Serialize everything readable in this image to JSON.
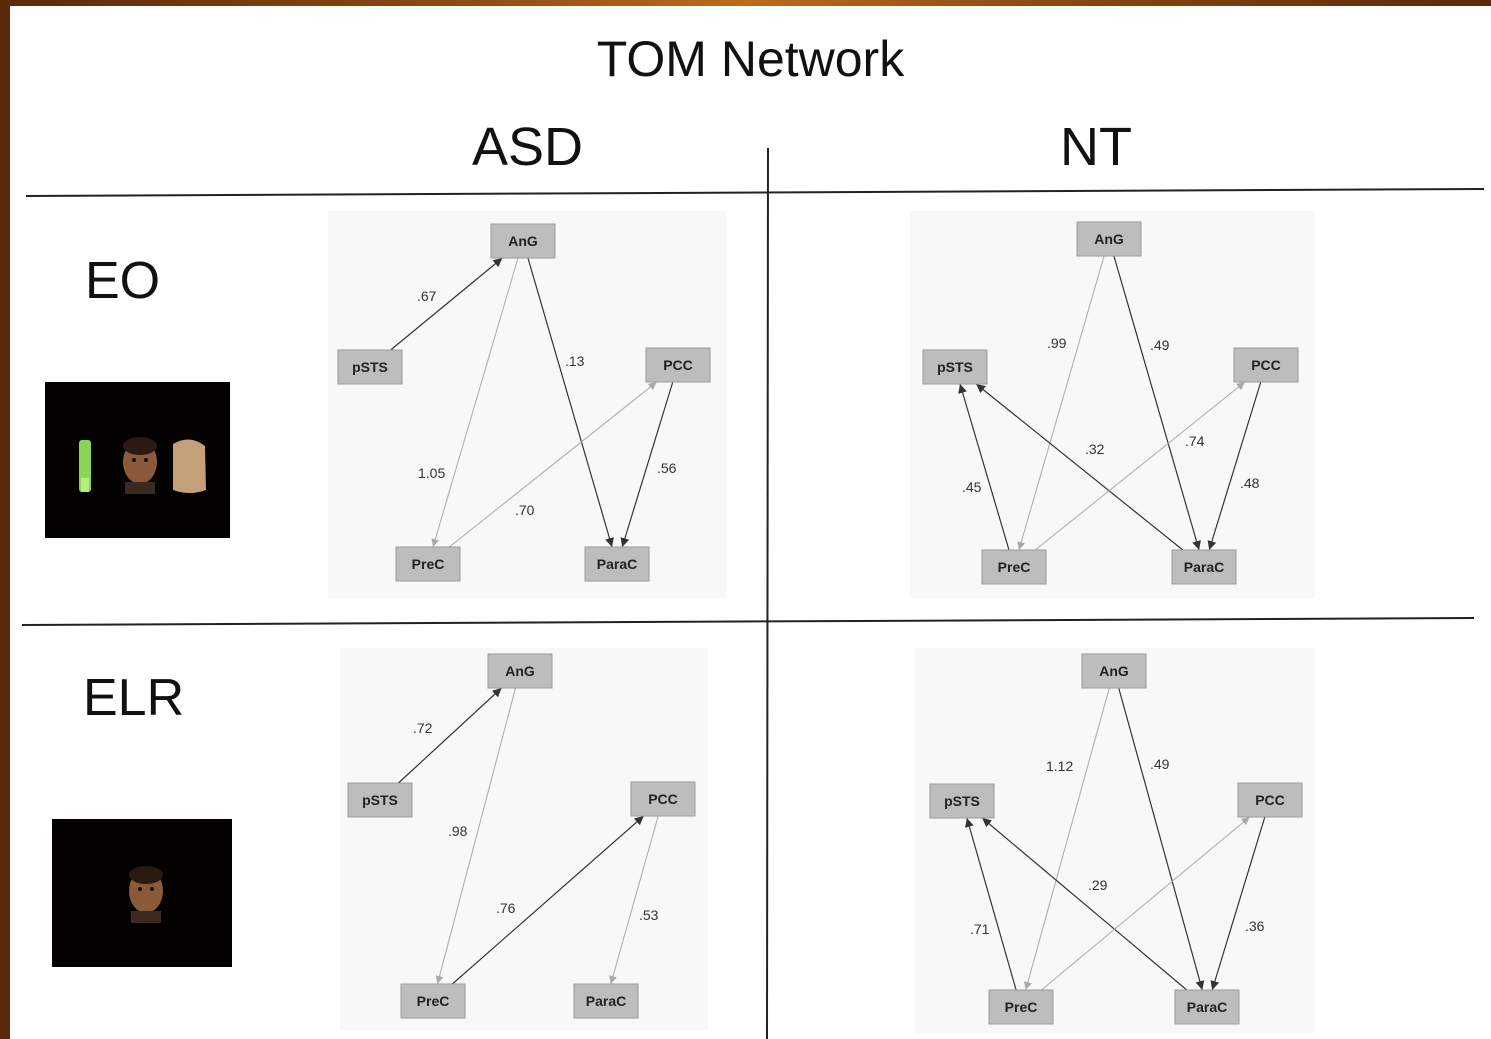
{
  "title": "TOM Network",
  "columns": {
    "asd": "ASD",
    "nt": "NT"
  },
  "rows": {
    "eo": "EO",
    "elr": "ELR"
  },
  "colors": {
    "node_fill": "#bdbdbd",
    "node_stroke": "#9a9a9a",
    "edge_dark": "#333333",
    "edge_light": "#a9a9a9",
    "background_border": "#a0520e"
  },
  "images": [
    {
      "row": "EO",
      "content": [
        "green-object",
        "face",
        "bread-object"
      ]
    },
    {
      "row": "ELR",
      "content": [
        "face"
      ]
    }
  ],
  "networks": {
    "eo_asd": {
      "nodes": [
        "AnG",
        "pSTS",
        "PCC",
        "PreC",
        "ParaC"
      ],
      "edges": [
        {
          "from": "pSTS",
          "to": "AnG",
          "label": ".67",
          "shade": "dark"
        },
        {
          "from": "AnG",
          "to": "PreC",
          "label": "1.05",
          "shade": "light"
        },
        {
          "from": "AnG",
          "to": "ParaC",
          "label": ".13",
          "shade": "dark"
        },
        {
          "from": "PreC",
          "to": "PCC",
          "label": ".70",
          "shade": "light"
        },
        {
          "from": "PCC",
          "to": "ParaC",
          "label": ".56",
          "shade": "dark"
        }
      ]
    },
    "eo_nt": {
      "nodes": [
        "AnG",
        "pSTS",
        "PCC",
        "PreC",
        "ParaC"
      ],
      "edges": [
        {
          "from": "AnG",
          "to": "PreC",
          "label": ".99",
          "shade": "light"
        },
        {
          "from": "AnG",
          "to": "ParaC",
          "label": ".49",
          "shade": "dark"
        },
        {
          "from": "PreC",
          "to": "pSTS",
          "label": ".45",
          "shade": "dark"
        },
        {
          "from": "ParaC",
          "to": "pSTS",
          "label": ".32",
          "shade": "dark"
        },
        {
          "from": "PreC",
          "to": "PCC",
          "label": ".74",
          "shade": "light"
        },
        {
          "from": "PCC",
          "to": "ParaC",
          "label": ".48",
          "shade": "dark"
        }
      ]
    },
    "elr_asd": {
      "nodes": [
        "AnG",
        "pSTS",
        "PCC",
        "PreC",
        "ParaC"
      ],
      "edges": [
        {
          "from": "pSTS",
          "to": "AnG",
          "label": ".72",
          "shade": "dark"
        },
        {
          "from": "AnG",
          "to": "PreC",
          "label": ".98",
          "shade": "light"
        },
        {
          "from": "PreC",
          "to": "PCC",
          "label": ".76",
          "shade": "dark"
        },
        {
          "from": "PCC",
          "to": "ParaC",
          "label": ".53",
          "shade": "light"
        }
      ]
    },
    "elr_nt": {
      "nodes": [
        "AnG",
        "pSTS",
        "PCC",
        "PreC",
        "ParaC"
      ],
      "edges": [
        {
          "from": "AnG",
          "to": "PreC",
          "label": "1.12",
          "shade": "light"
        },
        {
          "from": "AnG",
          "to": "ParaC",
          "label": ".49",
          "shade": "dark"
        },
        {
          "from": "PreC",
          "to": "pSTS",
          "label": ".71",
          "shade": "dark"
        },
        {
          "from": "ParaC",
          "to": "pSTS",
          "label": ".29",
          "shade": "dark"
        },
        {
          "from": "PreC",
          "to": "PCC",
          "label": "",
          "shade": "light"
        },
        {
          "from": "PCC",
          "to": "ParaC",
          "label": ".36",
          "shade": "dark"
        }
      ]
    }
  }
}
